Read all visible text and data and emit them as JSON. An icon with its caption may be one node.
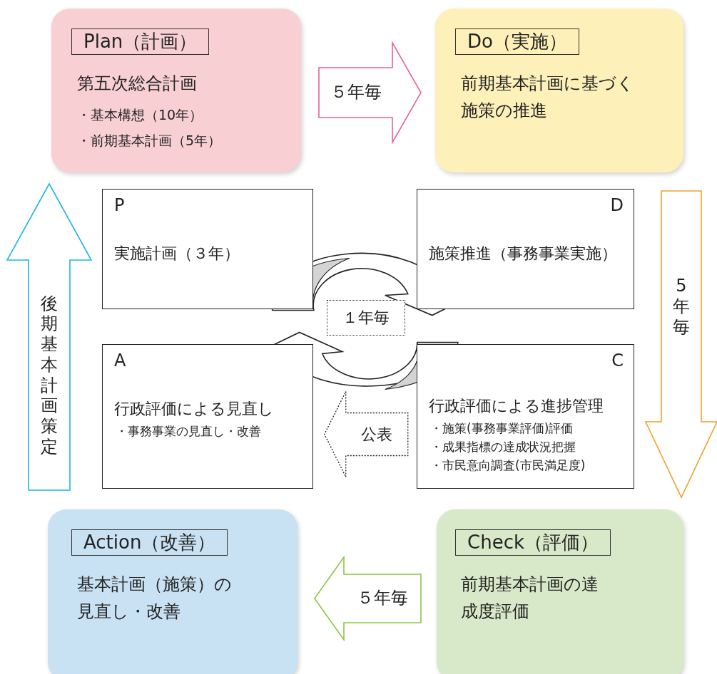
{
  "diagram": {
    "nodes": [
      {
        "text": [
          "Plan（計画）",
          "第五次総合計画",
          "・基本構想（10年）",
          "・前期基本計画（5年）"
        ]
      },
      {
        "text": [
          "Do（実施）",
          "前期基本計画に基づく施策の推進"
        ]
      },
      {
        "text": [
          "P",
          "実施計画（３年）"
        ]
      },
      {
        "text": [
          "D",
          "施策推進（事務事業実施）"
        ]
      },
      {
        "text": [
          "A",
          "行政評価による見直し",
          "・事務事業の見直し・改善"
        ]
      },
      {
        "text": [
          "C",
          "行政評価による進捗管理",
          "・施策(事務事業評価)評価",
          "・成果指標の達成状況把握",
          "・市民意向調査(市民満足度)"
        ]
      },
      {
        "text": [
          "Action（改善）",
          "基本計画（施策）の見直し・改善"
        ]
      },
      {
        "text": [
          "Check（評価）",
          "前期基本計画の達成度評価"
        ]
      }
    ],
    "edges": [
      {
        "from": 0,
        "to": 1,
        "arrow": "to",
        "label": "５年毎",
        "style": "thick",
        "color": "#e8609a"
      },
      {
        "from": 1,
        "to": 7,
        "arrow": "to",
        "label": "5年毎",
        "style": "thick",
        "color": "#f0a030"
      },
      {
        "from": 7,
        "to": 6,
        "arrow": "to",
        "label": "５年毎",
        "style": "thick",
        "color": "#8cc63f"
      },
      {
        "from": 6,
        "to": 0,
        "arrow": "to",
        "label": "後期基本計画策定",
        "style": "thick",
        "color": "#20b4e6"
      },
      {
        "from": 2,
        "to": 3,
        "arrow": "to",
        "style": "thick"
      },
      {
        "from": 5,
        "to": 4,
        "arrow": "to",
        "style": "thick"
      },
      {
        "from": 5,
        "to": 4,
        "arrow": "to",
        "label": "公表",
        "style": "dashed"
      }
    ],
    "labels": [
      "１年毎"
    ]
  }
}
